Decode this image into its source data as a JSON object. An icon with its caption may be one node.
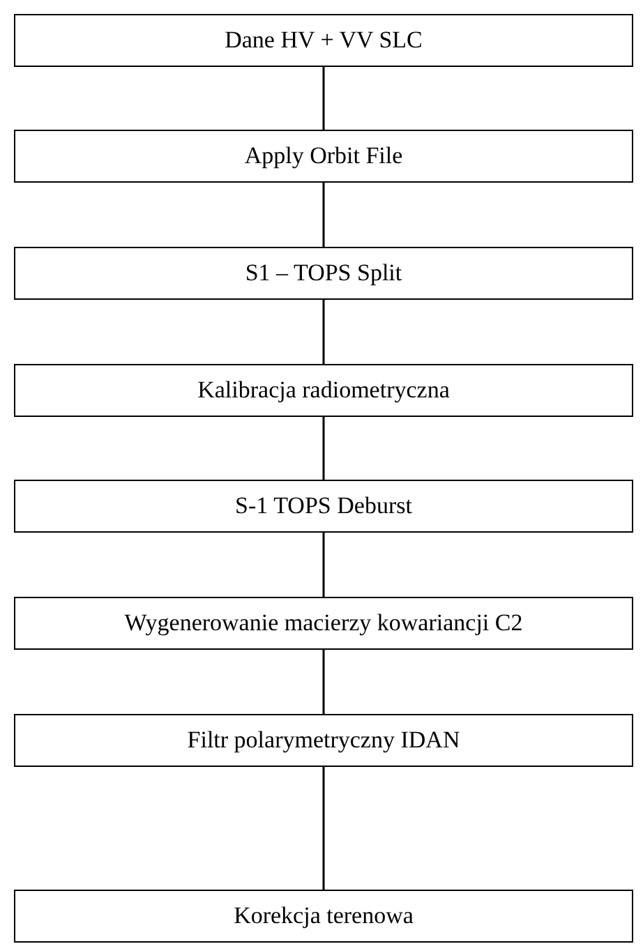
{
  "diagram": {
    "nodes": [
      {
        "text": [
          "Dane HV + VV SLC"
        ]
      },
      {
        "text": [
          "Apply Orbit File"
        ]
      },
      {
        "text": [
          "S1 – TOPS Split"
        ]
      },
      {
        "text": [
          "Kalibracja radiometryczna"
        ]
      },
      {
        "text": [
          "S-1 TOPS Deburst"
        ]
      },
      {
        "text": [
          "Wygenerowanie macierzy kowariancji C2"
        ]
      },
      {
        "text": [
          "Filtr polarymetryczny IDAN"
        ]
      },
      {
        "text": [
          "Korekcja terenowa"
        ]
      }
    ],
    "edges": [
      {
        "from": 0,
        "to": 1,
        "arrow": "none"
      },
      {
        "from": 1,
        "to": 2,
        "arrow": "none"
      },
      {
        "from": 2,
        "to": 3,
        "arrow": "none"
      },
      {
        "from": 3,
        "to": 4,
        "arrow": "none"
      },
      {
        "from": 4,
        "to": 5,
        "arrow": "none"
      },
      {
        "from": 5,
        "to": 6,
        "arrow": "none"
      },
      {
        "from": 6,
        "to": 7,
        "arrow": "none"
      }
    ]
  }
}
